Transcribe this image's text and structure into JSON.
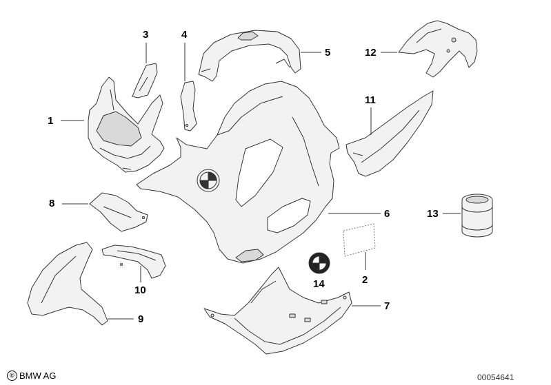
{
  "diagram": {
    "callouts": [
      {
        "id": "1",
        "label": "1"
      },
      {
        "id": "2",
        "label": "2"
      },
      {
        "id": "3",
        "label": "3"
      },
      {
        "id": "4",
        "label": "4"
      },
      {
        "id": "5",
        "label": "5"
      },
      {
        "id": "6",
        "label": "6"
      },
      {
        "id": "7",
        "label": "7"
      },
      {
        "id": "8",
        "label": "8"
      },
      {
        "id": "9",
        "label": "9"
      },
      {
        "id": "10",
        "label": "10"
      },
      {
        "id": "11",
        "label": "11"
      },
      {
        "id": "12",
        "label": "12"
      },
      {
        "id": "13",
        "label": "13"
      },
      {
        "id": "14",
        "label": "14"
      }
    ],
    "colors": {
      "line": "#333333",
      "fill": "#f2f2f2",
      "shade": "#d9d9d9"
    }
  },
  "footer": {
    "copyright_symbol": "©",
    "copyright_text": "BMW AG",
    "image_number": "00054641"
  }
}
